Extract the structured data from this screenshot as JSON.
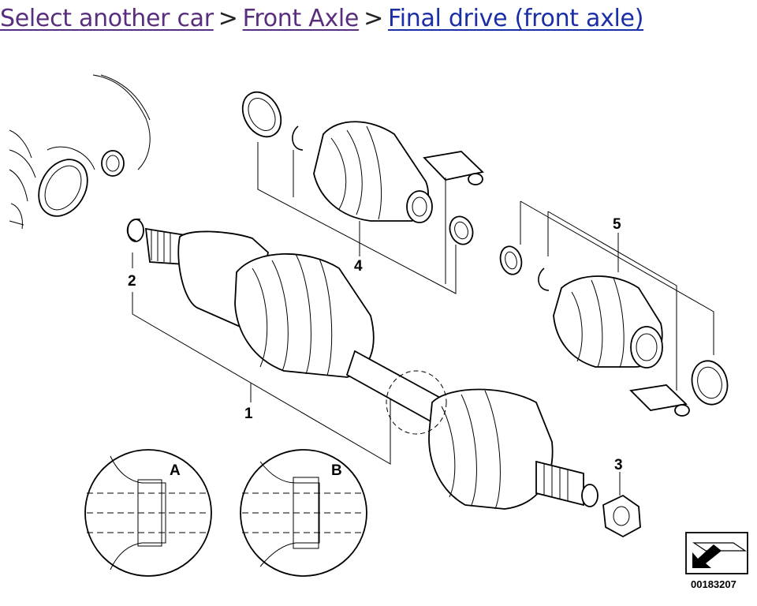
{
  "breadcrumb": {
    "items": [
      "Select another car",
      "Front Axle",
      "Final drive (front axle)"
    ],
    "separator": ">"
  },
  "diagram": {
    "callouts": [
      "1",
      "2",
      "3",
      "4",
      "5"
    ],
    "detail_labels": [
      "A",
      "B"
    ],
    "drawing_number": "00183207"
  },
  "colors": {
    "visited_link": "#5a2e7e",
    "link": "#1a2ea8",
    "line": "#000000"
  }
}
